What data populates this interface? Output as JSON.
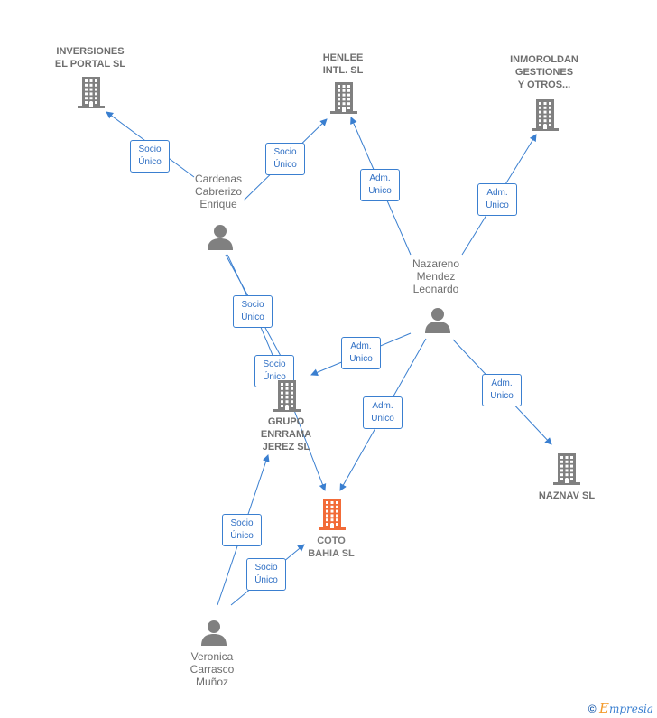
{
  "nodes": {
    "inversiones": {
      "lines": [
        "INVERSIONES",
        "EL PORTAL  SL"
      ],
      "type": "company"
    },
    "henlee": {
      "lines": [
        "HENLEE",
        "INTL.  SL"
      ],
      "type": "company"
    },
    "inmoroldan": {
      "lines": [
        "INMOROLDAN",
        "GESTIONES",
        "Y OTROS..."
      ],
      "type": "company"
    },
    "cardenas": {
      "lines": [
        "Cardenas",
        "Cabrerizo",
        "Enrique"
      ],
      "type": "person"
    },
    "nazareno": {
      "lines": [
        "Nazareno",
        "Mendez",
        "Leonardo"
      ],
      "type": "person"
    },
    "grupo": {
      "lines": [
        "GRUPO",
        "ENRRAMA",
        "JEREZ  SL"
      ],
      "type": "company"
    },
    "coto": {
      "lines": [
        "COTO",
        "BAHIA  SL"
      ],
      "type": "company-highlight"
    },
    "naznav": {
      "lines": [
        "NAZNAV  SL"
      ],
      "type": "company"
    },
    "veronica": {
      "lines": [
        "Veronica",
        "Carrasco",
        "Muñoz"
      ],
      "type": "person"
    }
  },
  "edges": [
    {
      "id": "cardenas-inversiones",
      "label": [
        "Socio",
        "Único"
      ]
    },
    {
      "id": "cardenas-henlee",
      "label": [
        "Socio",
        "Único"
      ]
    },
    {
      "id": "cardenas-grupo",
      "label": [
        "Socio",
        "Único"
      ]
    },
    {
      "id": "cardenas-coto",
      "label": [
        "Socio",
        "Único"
      ]
    },
    {
      "id": "nazareno-henlee",
      "label": [
        "Adm.",
        "Unico"
      ]
    },
    {
      "id": "nazareno-inmoroldan",
      "label": [
        "Adm.",
        "Unico"
      ]
    },
    {
      "id": "nazareno-grupo",
      "label": [
        "Adm.",
        "Unico"
      ]
    },
    {
      "id": "nazareno-coto",
      "label": [
        "Adm.",
        "Unico"
      ]
    },
    {
      "id": "nazareno-naznav",
      "label": [
        "Adm.",
        "Unico"
      ]
    },
    {
      "id": "veronica-grupo",
      "label": [
        "Socio",
        "Único"
      ]
    },
    {
      "id": "veronica-coto",
      "label": [
        "Socio",
        "Único"
      ]
    }
  ],
  "colors": {
    "company": "#808080",
    "highlight": "#f26b38",
    "person": "#808080",
    "edge": "#3a7fd0"
  },
  "footer": {
    "copyright": "©",
    "brand_initial": "E",
    "brand_rest": "mpresia"
  }
}
